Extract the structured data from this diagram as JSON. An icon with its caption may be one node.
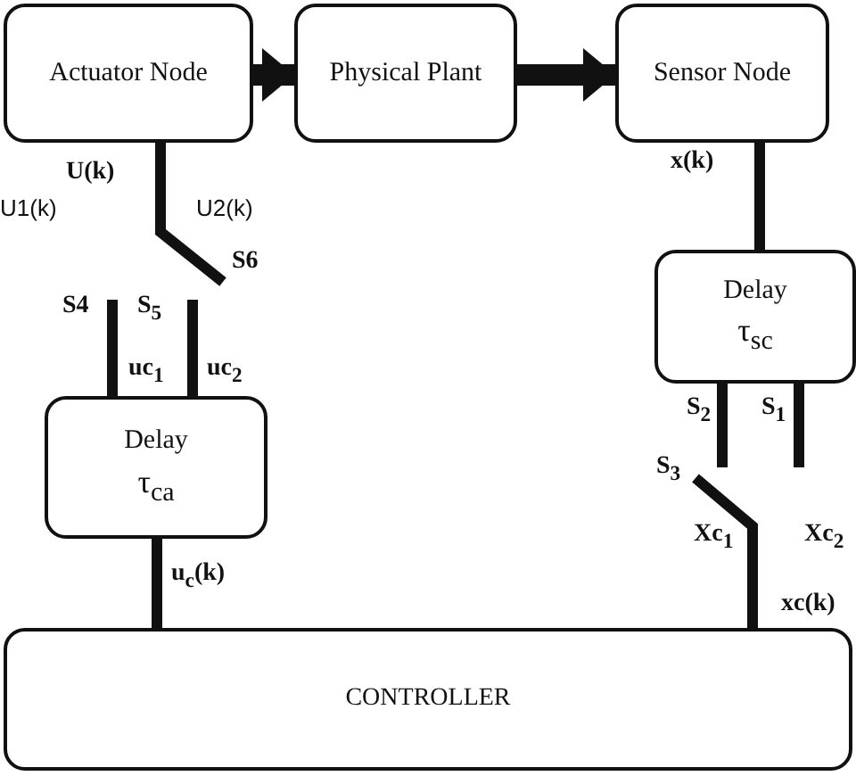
{
  "diagram": {
    "nodes": [
      {
        "text": [
          "Actuator Node"
        ],
        "beside": [
          "U(k)"
        ]
      },
      {
        "text": [
          "Physical Plant"
        ]
      },
      {
        "text": [
          "Sensor Node"
        ],
        "beside": [
          "x(k)"
        ]
      },
      {
        "text": [
          "Delay",
          "τ$_{sc}$"
        ]
      },
      {
        "text": [
          "Delay",
          "τ$_{ca}$"
        ]
      },
      {
        "text": [
          "CONTROLLER"
        ],
        "beside": [
          "xc(k)"
        ]
      }
    ],
    "edges": [
      {
        "from": 0,
        "to": 1,
        "arrow": "to",
        "style": "thick"
      },
      {
        "from": 1,
        "to": 2,
        "arrow": "to",
        "style": "thick"
      },
      {
        "from": 0,
        "to": null,
        "arrow": "none"
      },
      {
        "from": null,
        "to": 4,
        "arrow": "none"
      },
      {
        "from": null,
        "to": 4,
        "arrow": "none"
      },
      {
        "from": 4,
        "to": 5,
        "arrow": "none"
      },
      {
        "from": 2,
        "to": 3,
        "arrow": "none"
      },
      {
        "from": 3,
        "to": null,
        "arrow": "none"
      },
      {
        "from": 3,
        "to": null,
        "arrow": "none"
      },
      {
        "from": null,
        "to": 5,
        "arrow": "none"
      }
    ],
    "labels": [
      "U1(k)",
      "U2(k)",
      "S6",
      "S4",
      "S$_{5}$",
      "uc$_{1}$",
      "uc$_{2}$",
      "S$_{2}$",
      "S$_{1}$",
      "S$_{3}$",
      "Xc$_{1}$",
      "Xc$_{2}$",
      "u$_{c}$(k)"
    ]
  }
}
